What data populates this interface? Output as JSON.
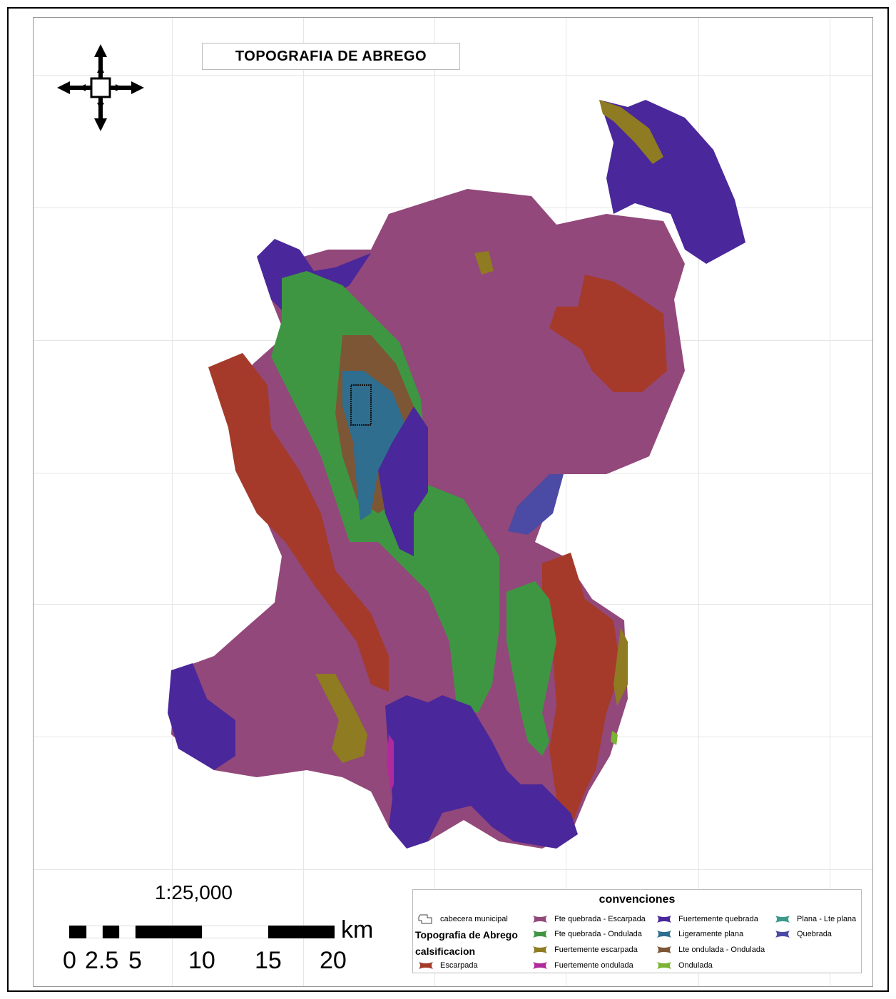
{
  "map": {
    "title": "TOPOGRAFIA DE ABREGO",
    "scale_text": "1:25,000",
    "scale_unit": "km",
    "scale_numbers": [
      "0",
      "2.5",
      "5",
      "10",
      "15",
      "20"
    ],
    "north_icon": "compass-rose-icon"
  },
  "legend": {
    "title": "convenciones",
    "cabecera_label": "cabecera municipal",
    "layer_title": "Topografia de Abrego",
    "field_title": "calsificacion",
    "classes": [
      {
        "label": "Escarpada",
        "color": "#a53a2a"
      },
      {
        "label": "Fte quebrada - Escarpada",
        "color": "#92487a"
      },
      {
        "label": "Fte quebrada - Ondulada",
        "color": "#3f9642"
      },
      {
        "label": "Fuertemente escarpada",
        "color": "#8e7b22"
      },
      {
        "label": "Fuertemente ondulada",
        "color": "#b02a9c"
      },
      {
        "label": "Fuertemente quebrada",
        "color": "#4a279a"
      },
      {
        "label": "Ligeramente plana",
        "color": "#2f6e8f"
      },
      {
        "label": "Lte ondulada - Ondulada",
        "color": "#7d5636"
      },
      {
        "label": "Ondulada",
        "color": "#7bb332"
      },
      {
        "label": "Plana - Lte plana",
        "color": "#3d9a8a"
      },
      {
        "label": "Quebrada",
        "color": "#4b4aa4"
      }
    ]
  }
}
